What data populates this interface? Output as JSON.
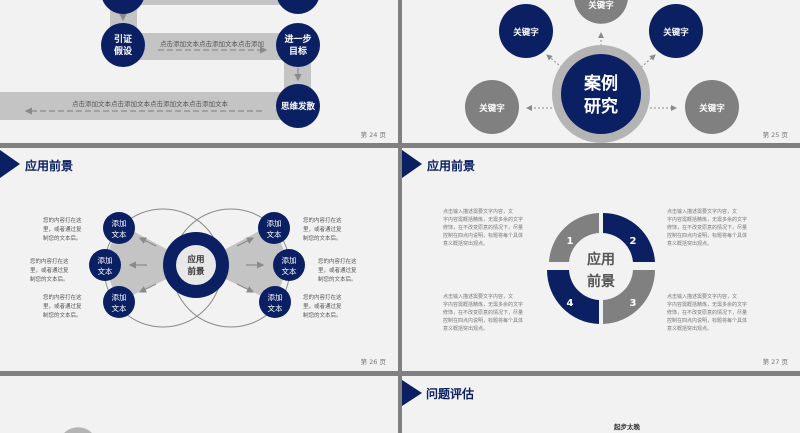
{
  "colors": {
    "navy": "#0b1f63",
    "gray": "#8a8a8a",
    "light_gray": "#c4c4c4",
    "slide_bg": "#f2f2f2",
    "separator": "#808080"
  },
  "slides": [
    {
      "page": "第 24 页",
      "nodes": [
        [
          "引证",
          "假设"
        ],
        [
          "进一步",
          "目标"
        ],
        [
          "思维发散"
        ]
      ],
      "flow_text_1": "点击添加文本点击添加文本点击添加",
      "flow_text_2": "点击添加文本点击添加文本点击添加文本点击添加文本"
    },
    {
      "page": "第 25 页",
      "center": [
        "案例",
        "研究"
      ],
      "keyword": "关键字"
    },
    {
      "page": "第 26 页",
      "title": "应用前景",
      "center": [
        "应用",
        "前景"
      ],
      "node": [
        "添加",
        "文本"
      ],
      "desc": [
        "您的内容打在这",
        "里，或者通过复",
        "制您的文本后。"
      ]
    },
    {
      "page": "第 27 页",
      "title": "应用前景",
      "center": [
        "应用",
        "前景"
      ],
      "numbers": [
        "1",
        "2",
        "3",
        "4"
      ],
      "desc": [
        "点击输入描述需要文字内容，文",
        "字内容需概括精炼，无需多余的文字",
        "修饰，在不改变原意的情况下，尽量",
        "控制在四点内说明，标题将每个具体",
        "意义概括突出观点。"
      ]
    },
    {},
    {
      "title": "问题评估",
      "label": "起步太晚"
    }
  ]
}
